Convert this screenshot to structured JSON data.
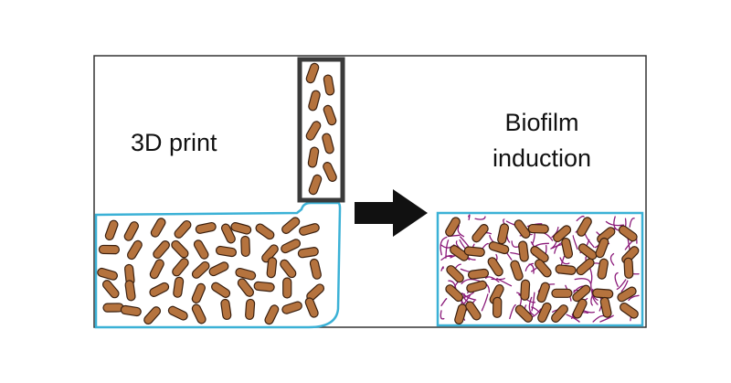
{
  "labels": {
    "left": "3D print",
    "right_line1": "Biofilm",
    "right_line2": "induction"
  },
  "colors": {
    "frame": "#333333",
    "container": "#3bb1d6",
    "nozzle": "#3a3a3a",
    "bacteria_fill": "#b5733e",
    "bacteria_stroke": "#3a2010",
    "matrix": "#8b1a7a",
    "arrow": "#111111"
  }
}
